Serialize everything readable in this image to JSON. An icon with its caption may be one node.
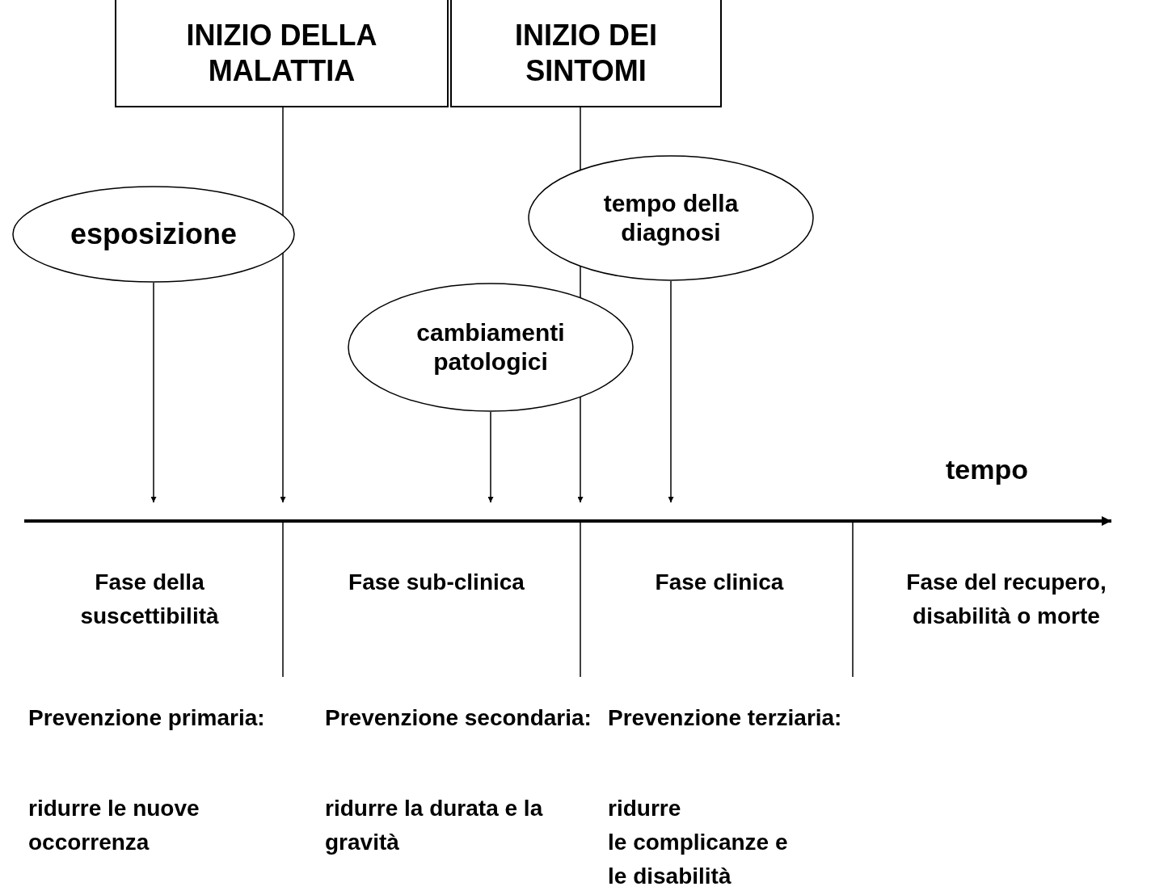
{
  "diagram": {
    "nodes": [
      {
        "text": [
          "INIZIO DELLA MALATTIA"
        ]
      },
      {
        "text": [
          "INIZIO DEI SINTOMI"
        ]
      },
      {
        "text": [
          "esposizione"
        ]
      },
      {
        "text": [
          "tempo della diagnosi"
        ]
      },
      {
        "text": [
          "cambiamenti patologici"
        ]
      }
    ],
    "edges": [
      {
        "from": 2,
        "to": null,
        "arrow": "to"
      },
      {
        "from": 0,
        "to": null,
        "arrow": "to"
      },
      {
        "from": 4,
        "to": null,
        "arrow": "to"
      },
      {
        "from": 1,
        "to": null,
        "arrow": "to"
      },
      {
        "from": 3,
        "to": null,
        "arrow": "to"
      }
    ],
    "labels": [
      "tempo",
      "Fase della suscettibilità",
      "Fase sub-clinica",
      "Fase clinica",
      "Fase del recupero, disabilità o morte",
      "Prevenzione primaria:",
      "ridurre le nuove occorrenza",
      "Prevenzione secondaria:",
      "ridurre la durata e la gravità",
      "Prevenzione terziaria:",
      "ridurre le complicanze e le disabilità"
    ]
  }
}
